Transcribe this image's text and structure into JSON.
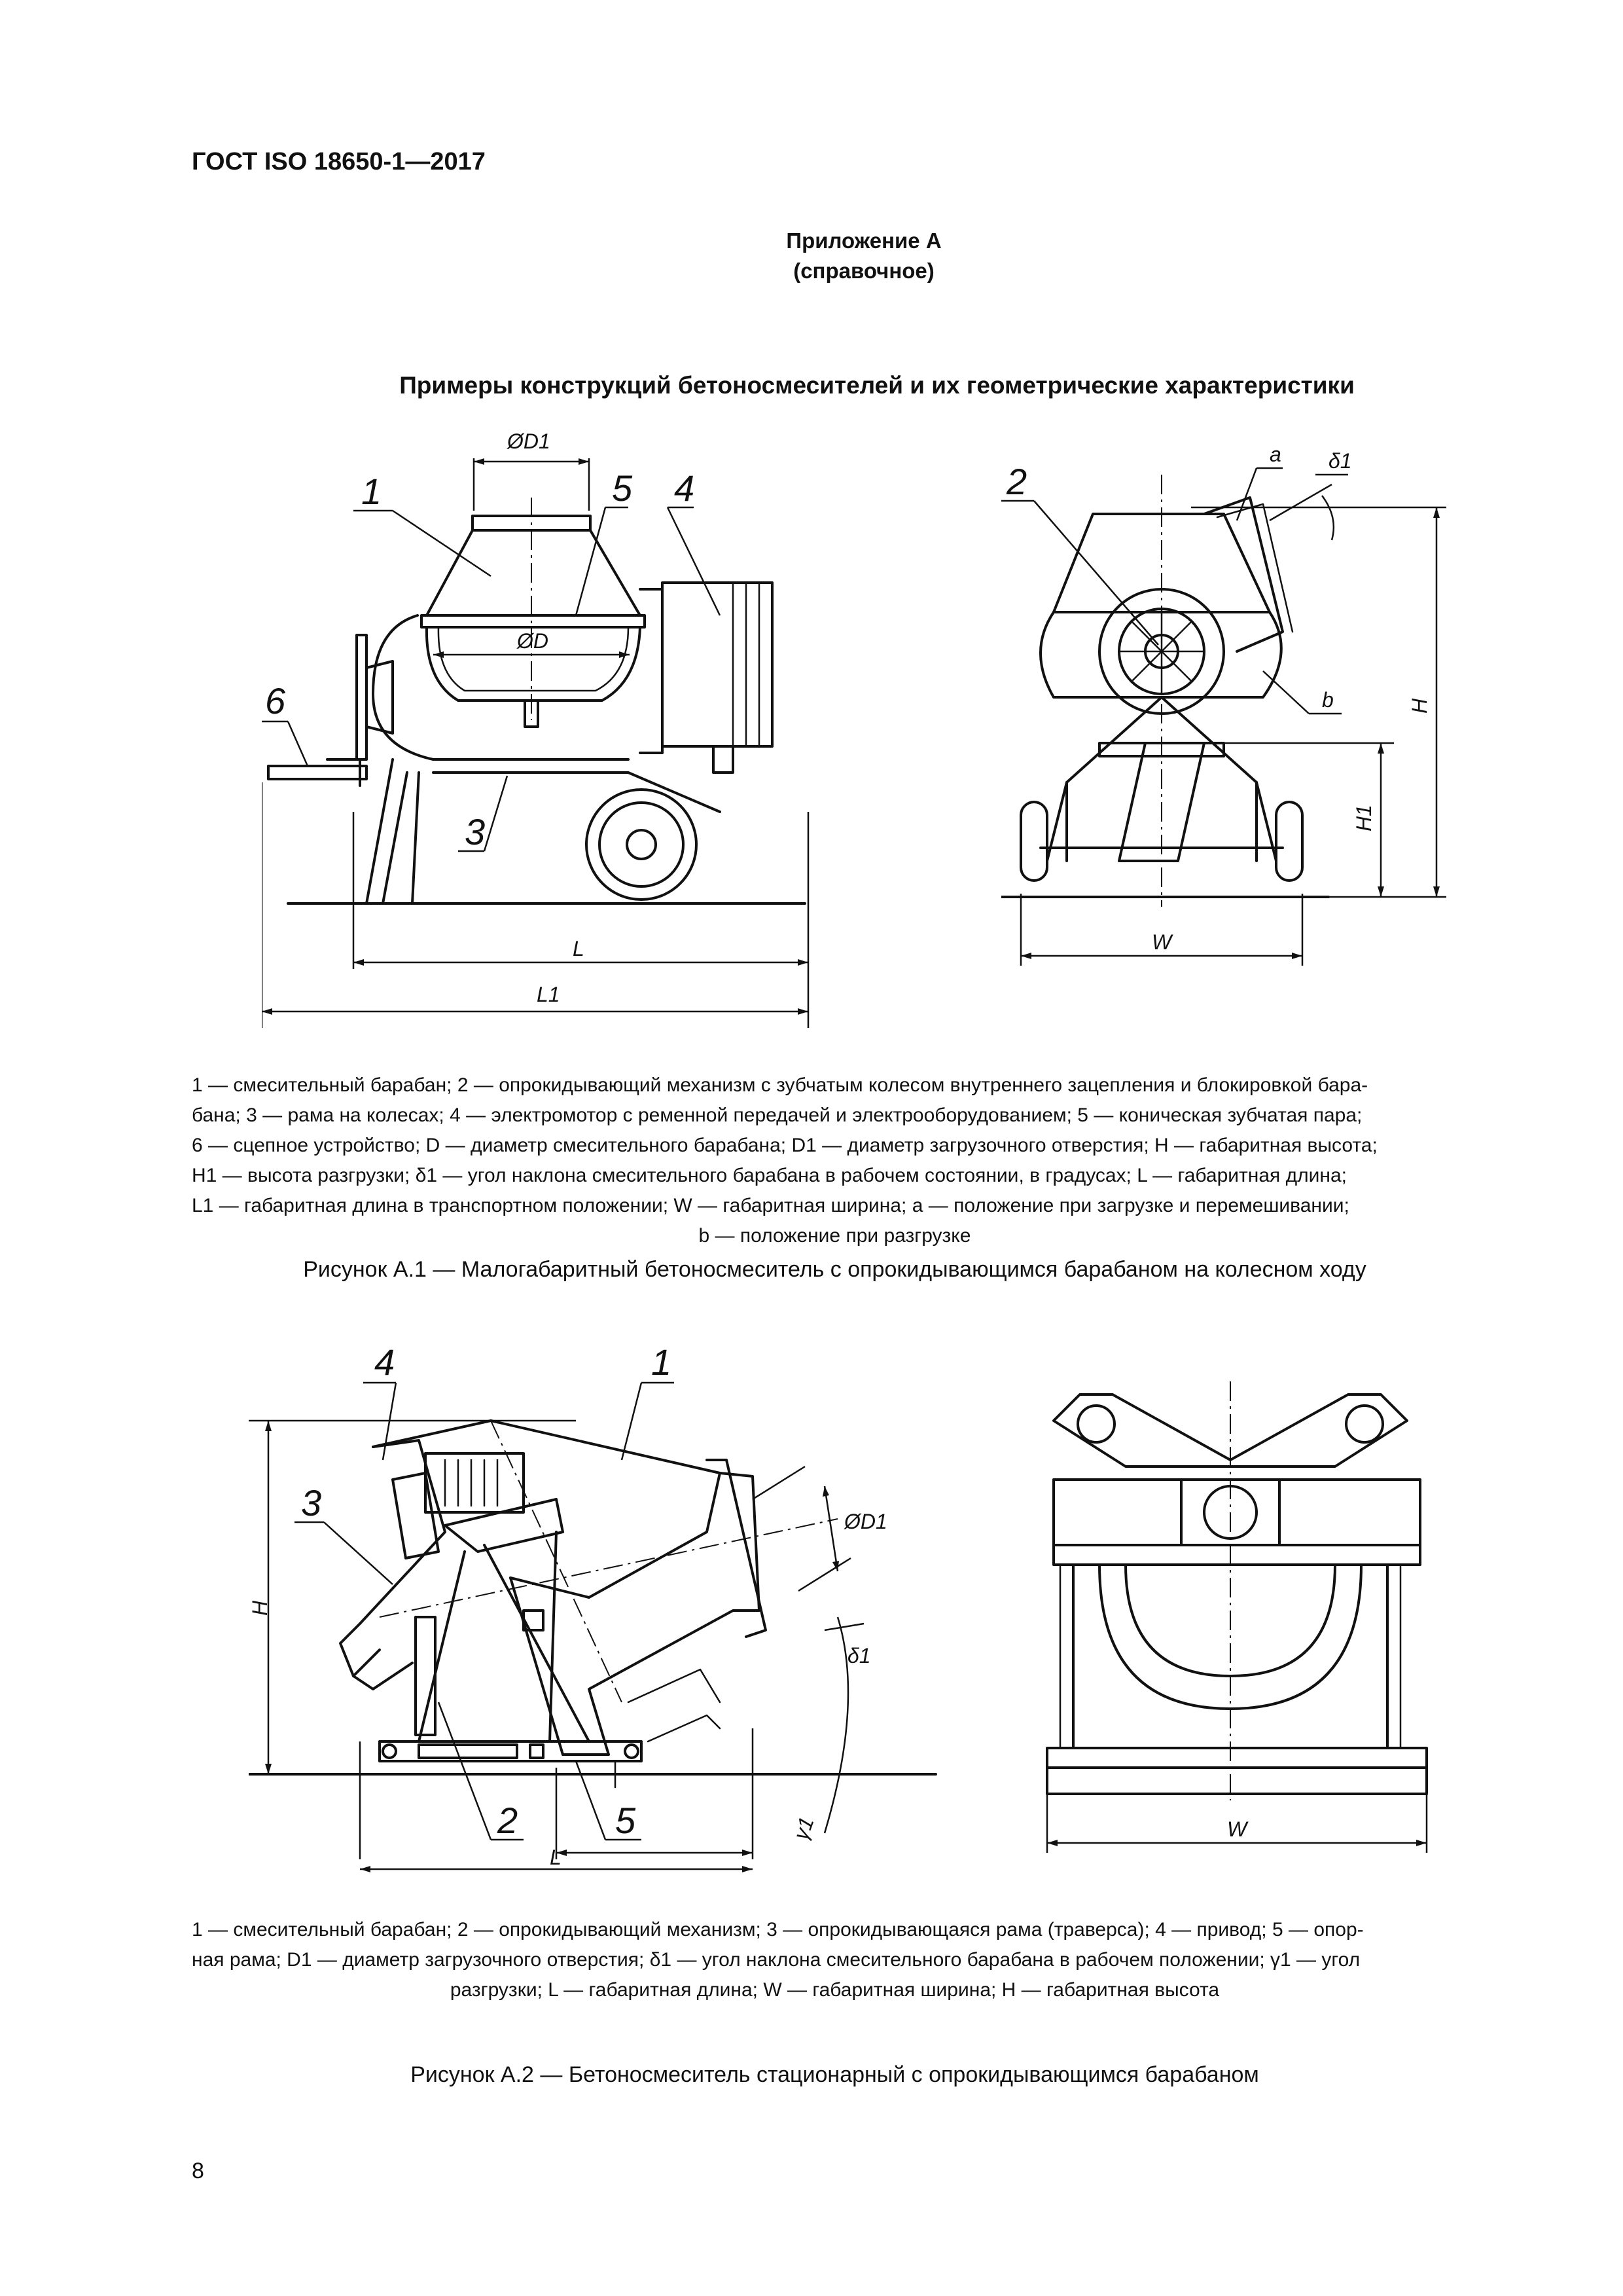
{
  "header": {
    "doc_code": "ГОСТ ISO 18650-1—2017"
  },
  "appendix": {
    "title": "Приложение А",
    "subtitle": "(справочное)"
  },
  "main_title": "Примеры конструкций бетоносмесителей и их геометрические характеристики",
  "figure1": {
    "labels": {
      "n1": "1",
      "n2": "2",
      "n3": "3",
      "n4": "4",
      "n5": "5",
      "n6": "6",
      "D1": "ØD1",
      "D": "ØD",
      "L": "L",
      "L1": "L1",
      "W": "W",
      "H": "H",
      "H1": "H1",
      "a": "a",
      "b": "b",
      "delta1": "δ1"
    },
    "legend": [
      "1 — смесительный барабан; 2 — опрокидывающий механизм с зубчатым колесом внутреннего зацепления и блокировкой бара-",
      "бана; 3 — рама на колесах; 4 — электромотор с ременной передачей и электрооборудованием; 5 — коническая зубчатая пара;",
      "6 — сцепное устройство; D — диаметр смесительного барабана; D1 — диаметр загрузочного отверстия; H — габаритная высота;",
      "H1 — высота разгрузки; δ1 — угол наклона смесительного барабана в рабочем состоянии, в градусах; L — габаритная длина;",
      "L1 — габаритная длина в транспортном положении; W — габаритная ширина; a — положение при загрузке и перемешивании;",
      "b — положение при разгрузке"
    ],
    "caption": "Рисунок  А.1 — Малогабаритный бетоносмеситель с опрокидывающимся барабаном на колесном ходу"
  },
  "figure2": {
    "labels": {
      "n1": "1",
      "n2": "2",
      "n3": "3",
      "n4": "4",
      "n5": "5",
      "D1": "ØD1",
      "H": "H",
      "L": "L",
      "W": "W",
      "delta1": "δ1",
      "gamma1": "γ1"
    },
    "legend": [
      "1 — смесительный барабан; 2 — опрокидывающий механизм; 3 — опрокидывающаяся рама (траверса); 4 — привод; 5 — опор-",
      "ная рама; D1 — диаметр загрузочного отверстия; δ1 — угол наклона смесительного барабана в рабочем положении; γ1 — угол",
      "разгрузки; L — габаритная длина; W — габаритная ширина; H — габаритная высота"
    ],
    "caption": "Рисунок  А.2 — Бетоносмеситель стационарный с опрокидывающимся барабаном"
  },
  "page_number": "8"
}
